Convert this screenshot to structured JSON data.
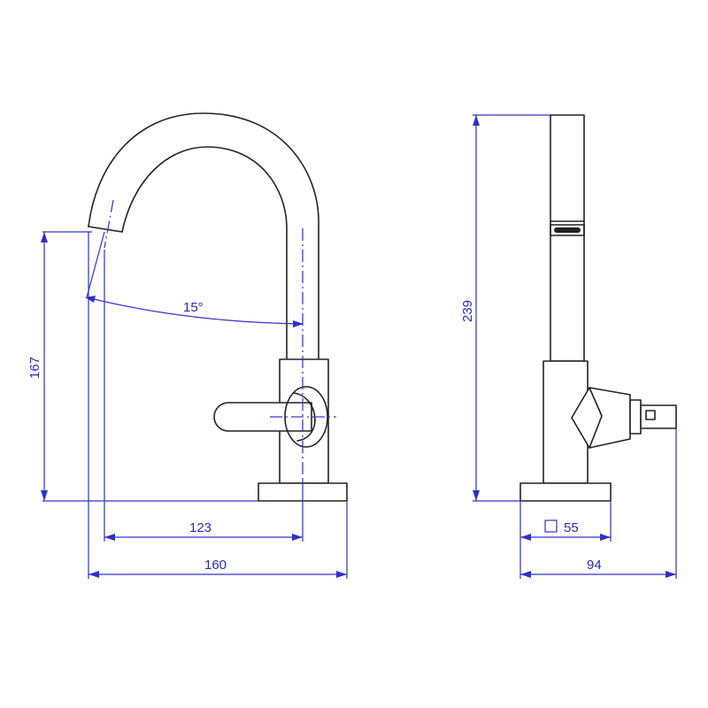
{
  "dimensions": {
    "height_front": "167",
    "reach": "123",
    "overall_width": "160",
    "angle": "15°",
    "overall_height": "239",
    "base_square": "55",
    "side_depth": "94"
  },
  "colors": {
    "outline": "#222222",
    "dimension": "#3030c8",
    "centerline": "#3b3bd6"
  }
}
